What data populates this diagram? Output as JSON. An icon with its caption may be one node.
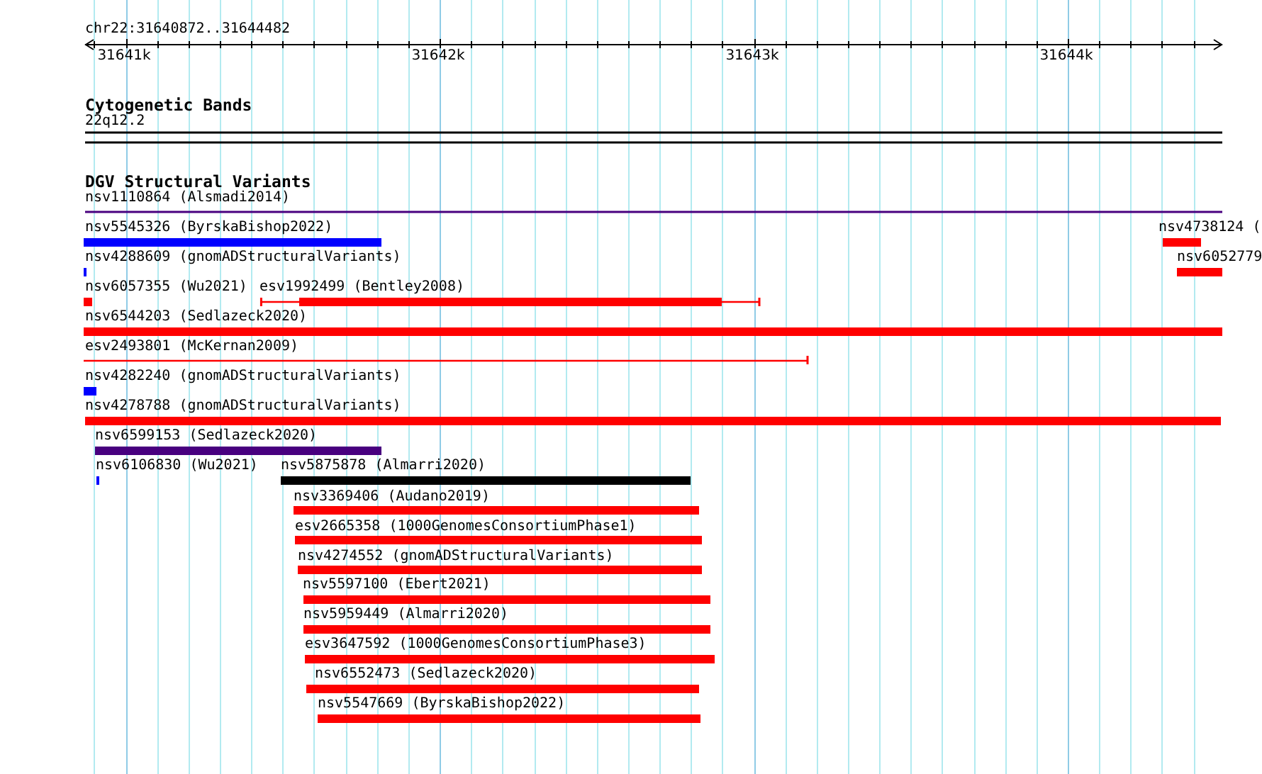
{
  "diagram": {
    "labels": [
      "chr22:31640872..31644482",
      "31641k",
      "31642k",
      "31643k",
      "31644k",
      "Cytogenetic Bands",
      "22q12.2",
      "DGV Structural Variants",
      "nsv1110864 (Alsmadi2014)",
      "nsv5545326 (ByrskaBishop2022)",
      "nsv4738124 (",
      "nsv4288609 (gnomADStructuralVariants)",
      "nsv6052779",
      "nsv6057355 (Wu2021)",
      "esv1992499 (Bentley2008)",
      "nsv6544203 (Sedlazeck2020)",
      "esv2493801 (McKernan2009)",
      "nsv4282240 (gnomADStructuralVariants)",
      "nsv4278788 (gnomADStructuralVariants)",
      "nsv6599153 (Sedlazeck2020)",
      "nsv6106830 (Wu2021)",
      "nsv5875878 (Almarri2020)",
      "nsv3369406 (Audano2019)",
      "esv2665358 (1000GenomesConsortiumPhase1)",
      "nsv4274552 (gnomADStructuralVariants)",
      "nsv5597100 (Ebert2021)",
      "nsv5959449 (Almarri2020)",
      "esv3647592 (1000GenomesConsortiumPhase3)",
      "nsv6552473 (Sedlazeck2020)",
      "nsv5547669 (ByrskaBishop2022)"
    ]
  }
}
